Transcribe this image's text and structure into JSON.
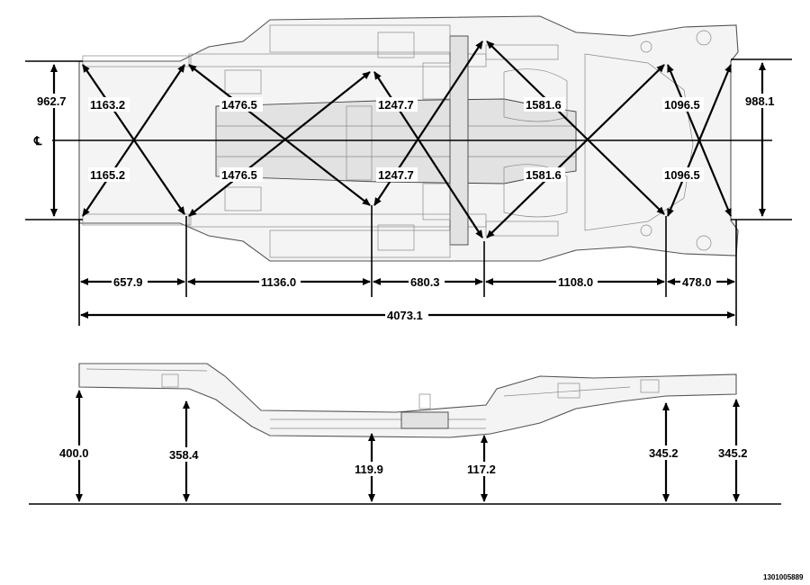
{
  "centerline_symbol": "℄",
  "figure_code": "1301005889",
  "top_view": {
    "width_front": "962.7",
    "width_rear": "988.1",
    "diagonals": {
      "d1_upper": "1163.2",
      "d1_lower": "1165.2",
      "d2_upper": "1476.5",
      "d2_lower": "1476.5",
      "d3_upper": "1247.7",
      "d3_lower": "1247.7",
      "d4_upper": "1581.6",
      "d4_lower": "1581.6",
      "d5_upper": "1096.5",
      "d5_lower": "1096.5"
    },
    "lengths": [
      "657.9",
      "1136.0",
      "680.3",
      "1108.0",
      "478.0"
    ],
    "total_length": "4073.1"
  },
  "side_view": {
    "heights": [
      "400.0",
      "358.4",
      "119.9",
      "117.2",
      "345.2",
      "345.2"
    ]
  }
}
